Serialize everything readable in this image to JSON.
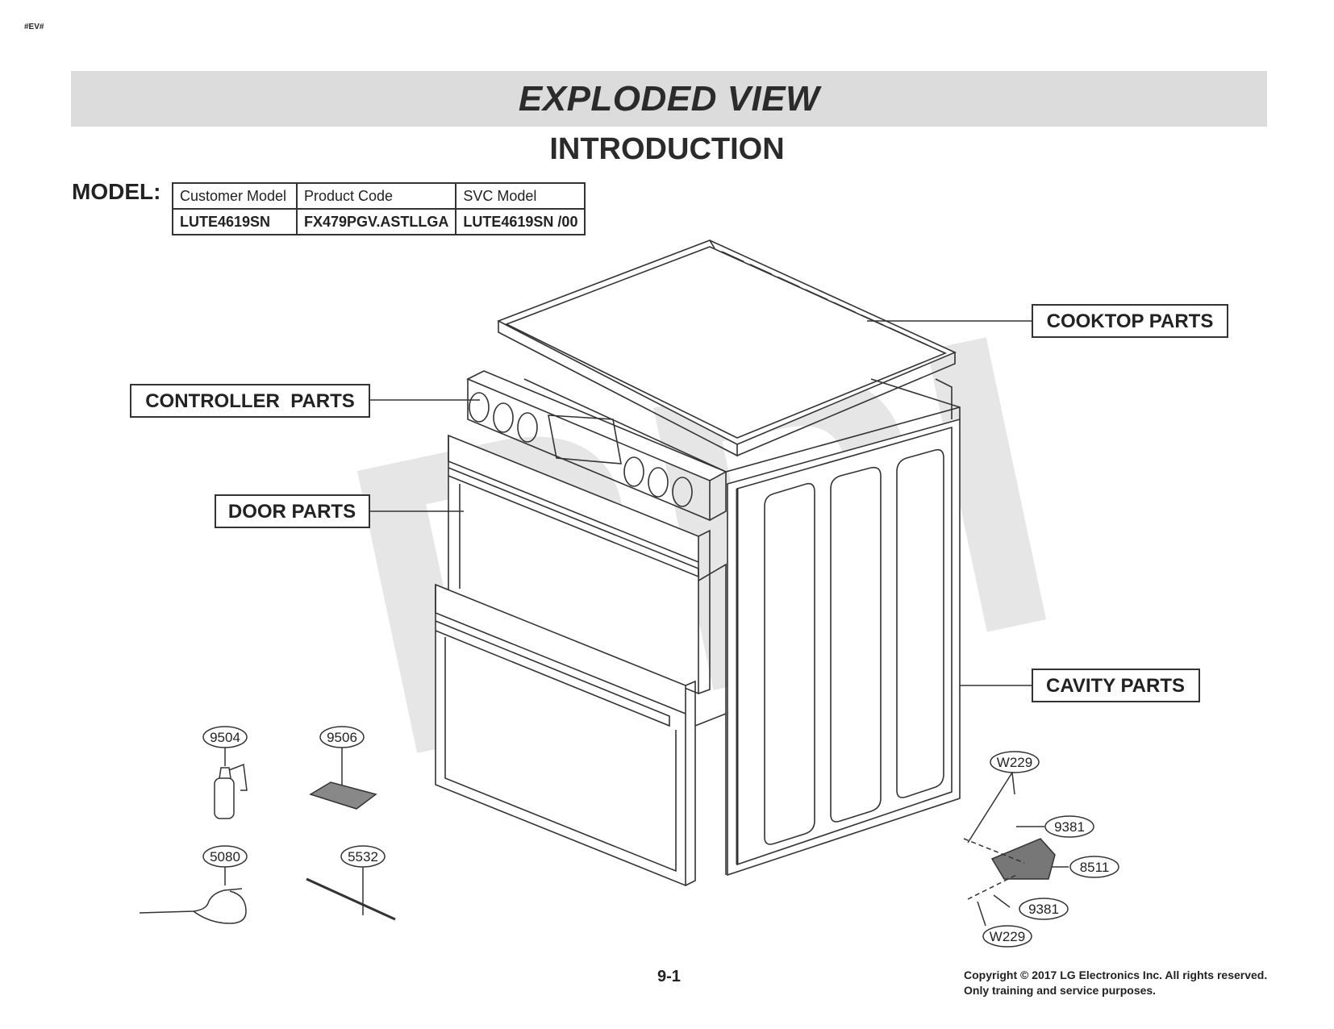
{
  "page_tag": "#EV#",
  "header": {
    "title": "EXPLODED VIEW",
    "subtitle": "INTRODUCTION"
  },
  "model": {
    "label": "MODEL:",
    "headers": [
      "Customer Model",
      "Product Code",
      "SVC Model"
    ],
    "values": [
      "LUTE4619SN",
      "FX479PGV.ASTLLGA",
      "LUTE4619SN /00"
    ]
  },
  "sections": {
    "cooktop": "COOKTOP PARTS",
    "controller": "CONTROLLER  PARTS",
    "door": "DOOR PARTS",
    "cavity": "CAVITY PARTS"
  },
  "parts": {
    "p9504": "9504",
    "p9506": "9506",
    "p5080": "5080",
    "p5532": "5532",
    "w229_top": "W229",
    "p9381_top": "9381",
    "p8511": "8511",
    "p9381_bottom": "9381",
    "w229_bottom": "W229"
  },
  "watermark": "RPI",
  "footer": {
    "page": "9-1",
    "copyright_line1": "Copyright © 2017 LG Electronics Inc. All rights reserved.",
    "copyright_line2": "Only training and service purposes."
  }
}
